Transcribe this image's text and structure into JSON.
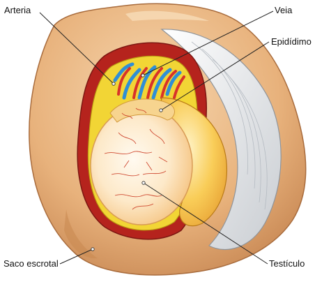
{
  "labels": {
    "arteria": "Arteria",
    "veia": "Veia",
    "epididimo": "Epidídimo",
    "saco_escrotal": "Saco escrotal",
    "testiculo": "Testículo"
  },
  "colors": {
    "skin": "#e8b27c",
    "skin_dark": "#b87a45",
    "skin_light": "#f3cfa3",
    "muscle_red": "#b5231d",
    "vein_blue": "#2f8fd6",
    "artery_red": "#d8322a",
    "yellow_layer": "#f2d535",
    "testis": "#fbe7c8",
    "epididymis": "#f5b43a",
    "white_sheath": "#eef0f2"
  }
}
